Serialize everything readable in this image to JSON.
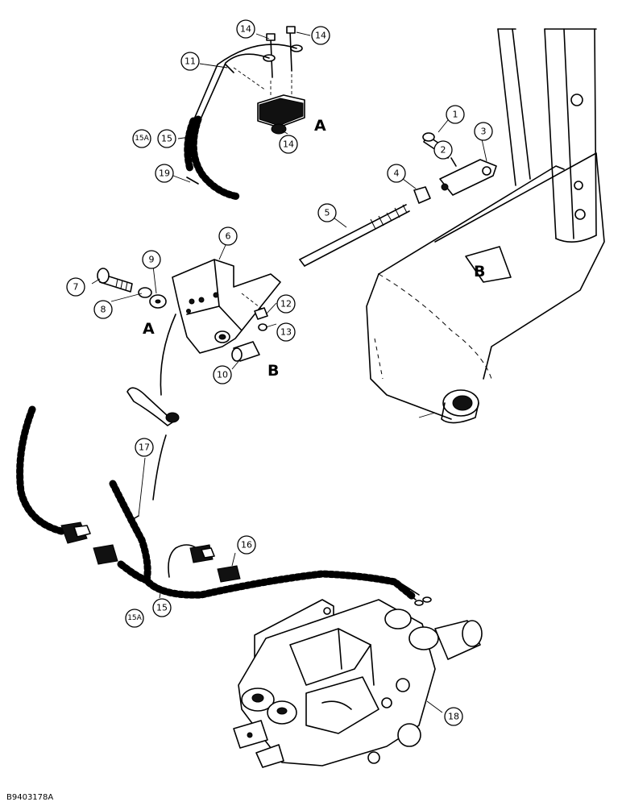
{
  "figure_id": "B9403178A",
  "ref_letters": {
    "a": "A",
    "b": "B"
  },
  "callouts": [
    {
      "id": "c1",
      "label": "1"
    },
    {
      "id": "c2",
      "label": "2"
    },
    {
      "id": "c3",
      "label": "3"
    },
    {
      "id": "c4",
      "label": "4"
    },
    {
      "id": "c5",
      "label": "5"
    },
    {
      "id": "c6",
      "label": "6"
    },
    {
      "id": "c7",
      "label": "7"
    },
    {
      "id": "c8",
      "label": "8"
    },
    {
      "id": "c9",
      "label": "9"
    },
    {
      "id": "c10",
      "label": "10"
    },
    {
      "id": "c11",
      "label": "11"
    },
    {
      "id": "c12",
      "label": "12"
    },
    {
      "id": "c13",
      "label": "13"
    },
    {
      "id": "c14a",
      "label": "14"
    },
    {
      "id": "c14b",
      "label": "14"
    },
    {
      "id": "c14c",
      "label": "14"
    },
    {
      "id": "c15a",
      "label": "15"
    },
    {
      "id": "c15Aa",
      "label": "15A"
    },
    {
      "id": "c15b",
      "label": "15"
    },
    {
      "id": "c15Ab",
      "label": "15A"
    },
    {
      "id": "c16",
      "label": "16"
    },
    {
      "id": "c17",
      "label": "17"
    },
    {
      "id": "c18",
      "label": "18"
    },
    {
      "id": "c19",
      "label": "19"
    }
  ]
}
